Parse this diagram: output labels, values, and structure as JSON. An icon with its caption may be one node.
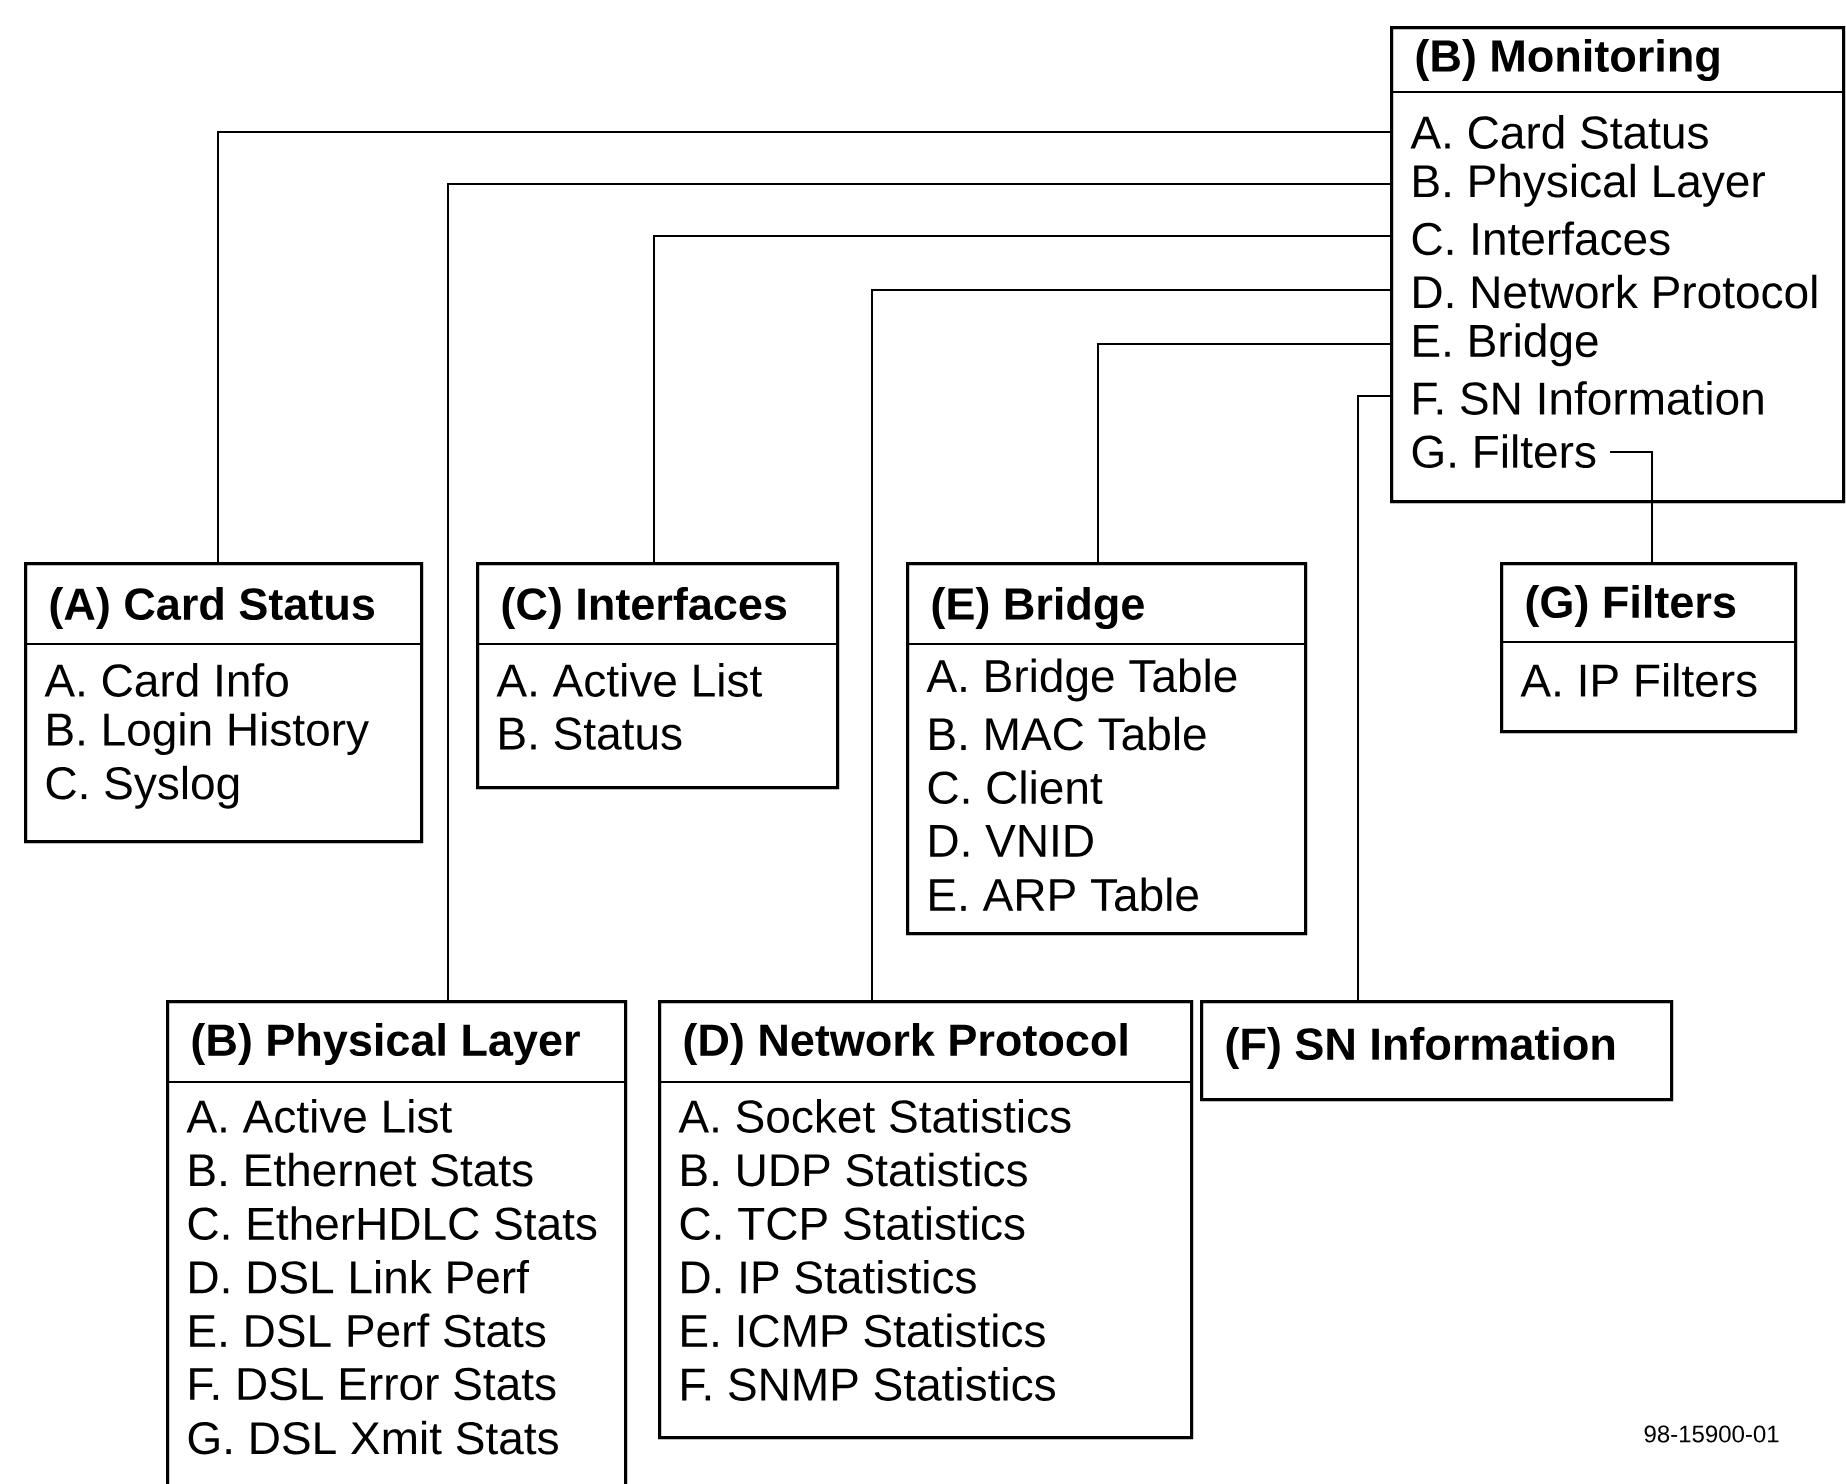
{
  "diagram": {
    "nodes": [
      {
        "text": [
          "(B) Monitoring",
          "A. Card Status",
          "B. Physical Layer",
          "C. Interfaces",
          "D. Network Protocol",
          "E. Bridge",
          "F. SN Information",
          "G. Filters"
        ]
      },
      {
        "text": [
          "(A) Card Status",
          "A. Card Info",
          "B. Login History",
          "C. Syslog"
        ]
      },
      {
        "text": [
          "(C) Interfaces",
          "A. Active List",
          "B. Status"
        ]
      },
      {
        "text": [
          "(E) Bridge",
          "A. Bridge Table",
          "B. MAC Table",
          "C. Client",
          "D. VNID",
          "E. ARP Table"
        ]
      },
      {
        "text": [
          "(G) Filters",
          "A. IP Filters"
        ]
      },
      {
        "text": [
          "(B) Physical Layer",
          "A. Active List",
          "B. Ethernet Stats",
          "C. EtherHDLC Stats",
          "D. DSL Link Perf",
          "E. DSL Perf Stats",
          "F.  DSL Error Stats",
          "G. DSL Xmit Stats"
        ]
      },
      {
        "text": [
          "(D) Network Protocol",
          "A. Socket Statistics",
          "B. UDP Statistics",
          "C. TCP Statistics",
          "D. IP Statistics",
          "E. ICMP Statistics",
          "F. SNMP Statistics"
        ]
      },
      {
        "text": [
          "(F) SN Information"
        ]
      }
    ],
    "edges": [
      {
        "from": 0,
        "to": 1,
        "arrow": "none"
      },
      {
        "from": 0,
        "to": 5,
        "arrow": "none"
      },
      {
        "from": 0,
        "to": 2,
        "arrow": "none"
      },
      {
        "from": 0,
        "to": 6,
        "arrow": "none"
      },
      {
        "from": 0,
        "to": 3,
        "arrow": "none"
      },
      {
        "from": 0,
        "to": 7,
        "arrow": "none"
      },
      {
        "from": 0,
        "to": 4,
        "arrow": "none"
      }
    ],
    "labels": [
      "98-15900-01"
    ]
  }
}
